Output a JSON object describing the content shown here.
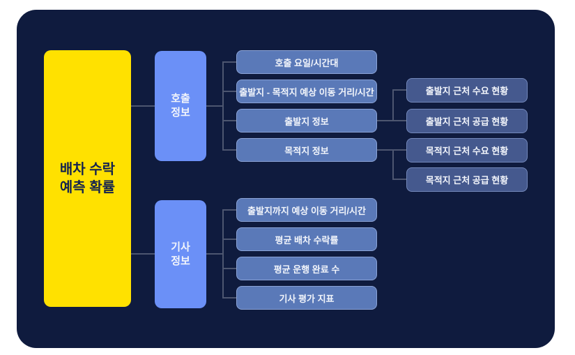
{
  "colors": {
    "page-bg": "#ffffff",
    "panel-bg": "#0f1b3e",
    "root-fill": "#ffe100",
    "root-text": "#14234f",
    "group-fill": "#6b90f7",
    "feature-fill": "#5a79b8",
    "feature-border": "#8ba3d6",
    "leaf-fill": "#45598e",
    "leaf-border": "#7388ba",
    "connector": "#4d5670",
    "text-light": "#f2f5fb"
  },
  "diagram": {
    "root": {
      "label": "배차 수락 예측 확률",
      "lines": [
        "배차 수락",
        "예측 확률"
      ]
    },
    "groups": [
      {
        "label": "호출 정보",
        "lines": [
          "호출",
          "정보"
        ],
        "items": [
          {
            "label": "호출 요일/시간대"
          },
          {
            "label": "출발지 - 목적지 예상 이동 거리/시간"
          },
          {
            "label": "출발지 정보",
            "children": [
              "출발지 근처 수요 현황",
              "출발지 근처 공급 현황"
            ]
          },
          {
            "label": "목적지 정보",
            "children": [
              "목적지 근처 수요 현황",
              "목적지 근처 공급 현황"
            ]
          }
        ]
      },
      {
        "label": "기사 정보",
        "lines": [
          "기사",
          "정보"
        ],
        "items": [
          {
            "label": "출발지까지 예상 이동 거리/시간"
          },
          {
            "label": "평균 배차 수락률"
          },
          {
            "label": "평균 운행 완료 수"
          },
          {
            "label": "기사 평가 지표"
          }
        ]
      }
    ]
  }
}
